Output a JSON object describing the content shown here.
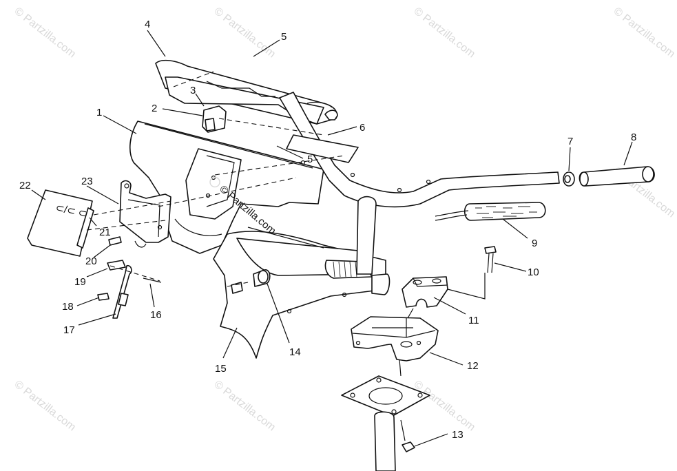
{
  "watermark": {
    "text": "© Partzilla.com",
    "center_text": "© Partzilla.com"
  },
  "callouts": {
    "c1": "1",
    "c2": "2",
    "c3": "3",
    "c4": "4",
    "c5a": "5",
    "c5b": "5",
    "c6": "6",
    "c7": "7",
    "c8": "8",
    "c9": "9",
    "c10": "10",
    "c11": "11",
    "c12": "12",
    "c13": "13",
    "c14": "14",
    "c15": "15",
    "c16": "16",
    "c17": "17",
    "c18": "18",
    "c19": "19",
    "c20": "20",
    "c21": "21",
    "c22": "22",
    "c23": "23"
  },
  "decal_text": "⊂/⊂ ⊂",
  "colors": {
    "line": "#111111",
    "watermark": "#d9d9d9",
    "background": "#ffffff"
  }
}
